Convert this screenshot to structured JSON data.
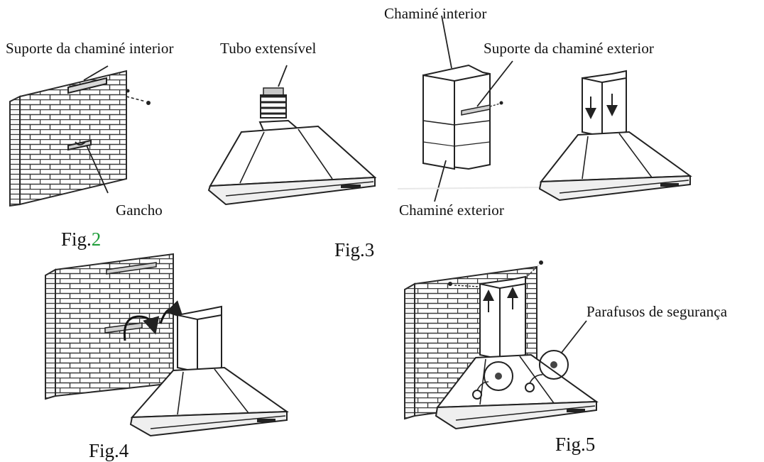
{
  "labels": {
    "inner_chimney_bracket": "Suporte da chaminé interior",
    "extension_tube": "Tubo extensível",
    "inner_chimney": "Chaminé interior",
    "outer_chimney_bracket": "Suporte da chaminé exterior",
    "hook": "Gancho",
    "outer_chimney": "Chaminé exterior",
    "safety_screws": "Parafusos de segurança"
  },
  "figures": {
    "fig2_prefix": "Fig.",
    "fig2_num": "2",
    "fig3": "Fig.3",
    "fig4": "Fig.4",
    "fig5": "Fig.5"
  },
  "colors": {
    "text": "#111111",
    "figure_number_accent": "#1f9e3a",
    "line_art": "#2a2a2a"
  }
}
